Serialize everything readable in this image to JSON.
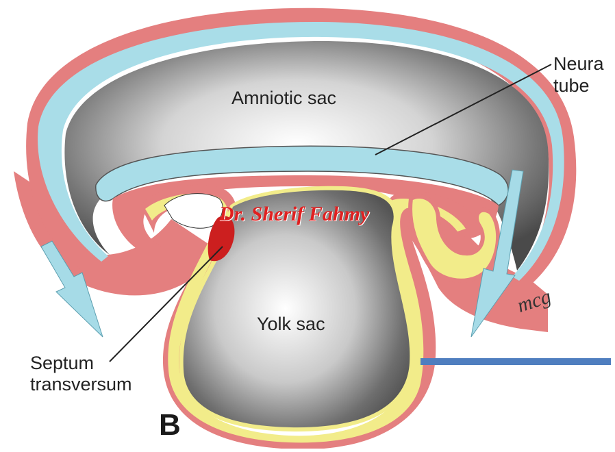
{
  "figure": {
    "labels": {
      "amniotic_sac": "Amniotic sac",
      "yolk_sac": "Yolk sac",
      "neural_line1": "Neura",
      "neural_line2": "tube",
      "septum_line1": "Septum",
      "septum_line2": "transversum",
      "figure_letter": "B"
    },
    "watermark": "Dr. Sherif Fahmy",
    "signature": "mcg"
  },
  "colors": {
    "ectoderm": "#a9dde8",
    "mesoderm": "#e47f7f",
    "endoderm": "#f2ec8a",
    "cavity": "#8a8a8a",
    "heart": "#cc1f1f",
    "arrows": "#a6dbe7",
    "rule": "#4f7ebf",
    "watermark": "#e02020"
  }
}
